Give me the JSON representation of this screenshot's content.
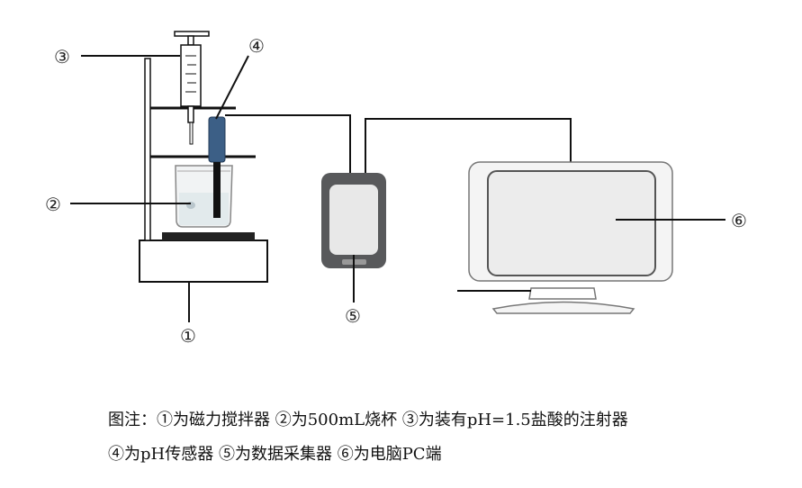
{
  "labels": {
    "stirrer": "①",
    "beaker": "②",
    "syringe": "③",
    "sensor": "④",
    "collector": "⑤",
    "computer": "⑥"
  },
  "caption": {
    "line1": [
      "图注：",
      "①为磁力搅拌器",
      " ②为500mL烧杯",
      " ③为装有pH=1.5盐酸的注射器"
    ],
    "line2": [
      "④为pH传感器",
      " ⑤为数据采集器",
      " ⑥为电脑PC端"
    ]
  }
}
